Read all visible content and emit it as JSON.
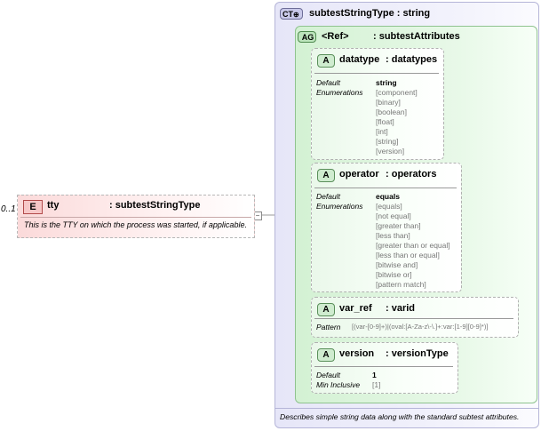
{
  "element": {
    "badge": "E",
    "occurs": "0..1",
    "name": "tty",
    "type": ": subtestStringType",
    "doc": "This is the TTY on which the process was started, if applicable."
  },
  "complex_type": {
    "badge": "CT",
    "title": "subtestStringType : string",
    "doc": "Describes simple string data along with the standard subtest attributes."
  },
  "attribute_group": {
    "badge": "AG",
    "ref_label": "<Ref>",
    "name": ": subtestAttributes"
  },
  "attributes": [
    {
      "badge": "A",
      "name": "datatype",
      "type": ": datatypes",
      "props": [
        {
          "key": "Default",
          "value": "string"
        },
        {
          "key": "Enumerations",
          "value": "[component]"
        }
      ],
      "enums_more": [
        "[binary]",
        "[boolean]",
        "[float]",
        "[int]",
        "[string]",
        "[version]"
      ]
    },
    {
      "badge": "A",
      "name": "operator",
      "type": ": operators",
      "props": [
        {
          "key": "Default",
          "value": "equals"
        },
        {
          "key": "Enumerations",
          "value": "[equals]"
        }
      ],
      "enums_more": [
        "[not equal]",
        "[greater than]",
        "[less than]",
        "[greater than or equal]",
        "[less than or equal]",
        "[bitwise and]",
        "[bitwise or]",
        "[pattern match]"
      ]
    },
    {
      "badge": "A",
      "name": "var_ref",
      "type": ": varid",
      "props": [
        {
          "key": "Pattern",
          "value": "[(var-[0-9]+)|(oval:[A-Za-z\\-\\.]+:var:[1-9][0-9]*)]"
        }
      ]
    },
    {
      "badge": "A",
      "name": "version",
      "type": ": versionType",
      "props": [
        {
          "key": "Default",
          "value": "1"
        },
        {
          "key": "Min Inclusive",
          "value": "[1]"
        }
      ]
    }
  ]
}
